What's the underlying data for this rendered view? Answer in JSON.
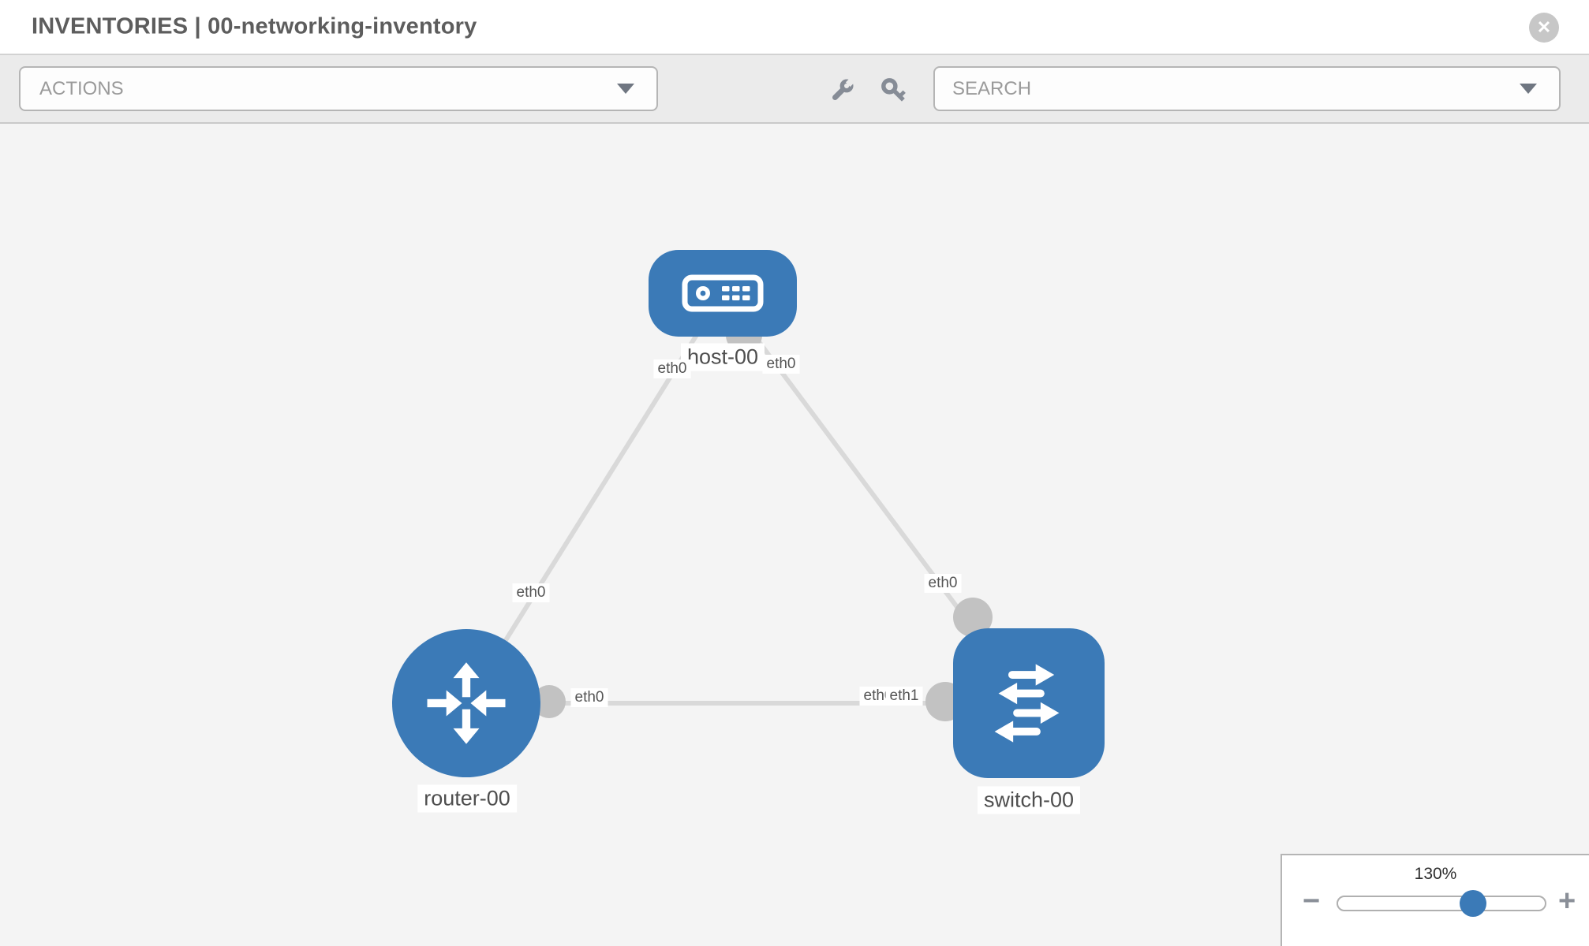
{
  "header": {
    "title": "INVENTORIES | 00-networking-inventory",
    "close_glyph": "✕"
  },
  "toolbar": {
    "actions_label": "ACTIONS",
    "search_placeholder": "SEARCH",
    "icons": [
      "wrench-icon",
      "key-icon"
    ]
  },
  "topology": {
    "nodes": [
      {
        "name": "host-00",
        "type": "host"
      },
      {
        "name": "router-00",
        "type": "router"
      },
      {
        "name": "switch-00",
        "type": "switch"
      }
    ],
    "links": [
      {
        "from": "host-00",
        "to": "router-00"
      },
      {
        "from": "host-00",
        "to": "switch-00"
      },
      {
        "from": "router-00",
        "to": "switch-00"
      }
    ],
    "interface_labels": [
      {
        "text": "eth0"
      },
      {
        "text": "eth0"
      },
      {
        "text": "eth0"
      },
      {
        "text": "eth0"
      },
      {
        "text": "eth0"
      },
      {
        "text": "eth0"
      },
      {
        "text": "eth1"
      }
    ]
  },
  "zoom_control": {
    "level": "130%",
    "minus_glyph": "−",
    "plus_glyph": "+"
  },
  "colors": {
    "node_blue": "#3b7ab7",
    "link_gray": "#d9d9d9",
    "interface_gray": "#c2c2c2"
  }
}
